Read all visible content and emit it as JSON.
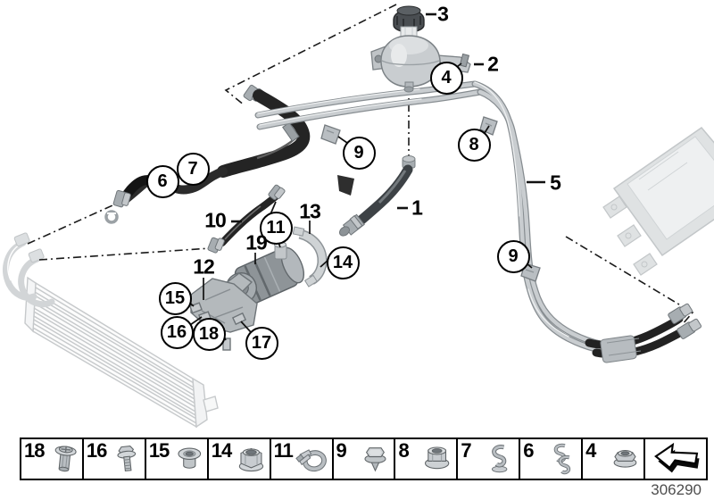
{
  "drawing_number": "306290",
  "callouts": {
    "circled": {
      "c4": "4",
      "c6": "6",
      "c7": "7",
      "c8": "8",
      "c9_left": "9",
      "c9_right": "9",
      "c11": "11",
      "c14": "14",
      "c15": "15",
      "c16": "16",
      "c17": "17",
      "c18": "18"
    },
    "plain": {
      "p1": "1",
      "p2": "2",
      "p3": "3",
      "p5": "5",
      "p10": "10",
      "p12": "12",
      "p13": "13",
      "p19": "19"
    }
  },
  "legend": {
    "items": [
      {
        "label": "18",
        "icon": "expansion-rivet"
      },
      {
        "label": "16",
        "icon": "hex-bolt"
      },
      {
        "label": "15",
        "icon": "grommet"
      },
      {
        "label": "14",
        "icon": "collar-nut"
      },
      {
        "label": "11",
        "icon": "hose-clamp"
      },
      {
        "label": "9",
        "icon": "expanding-rivet"
      },
      {
        "label": "8",
        "icon": "flange-nut"
      },
      {
        "label": "7",
        "icon": "spring-clip"
      },
      {
        "label": "6",
        "icon": "double-clip"
      },
      {
        "label": "4",
        "icon": "flange-nut-small"
      },
      {
        "label": "",
        "icon": "direction-arrow"
      }
    ]
  },
  "colors": {
    "line_black": "#1a1a1a",
    "hose_dark": "#262626",
    "pipe_light": "#c9cdd0",
    "metal_mid": "#a7adb1",
    "ghost_gray": "#dfe2e3",
    "drawing_number_gray": "#4d4d4d"
  }
}
